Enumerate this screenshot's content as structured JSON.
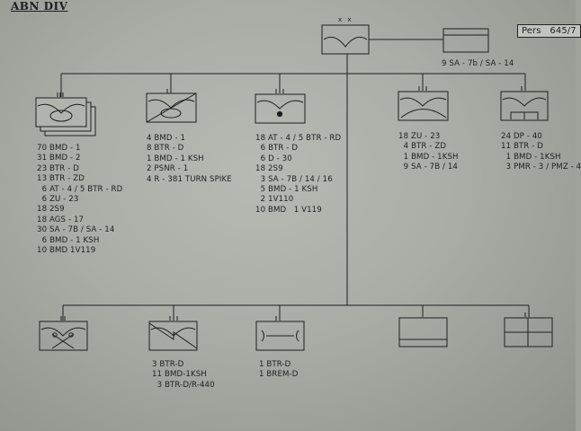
{
  "header": {
    "title": "ABN DIV",
    "pers_label": "Pers",
    "pers_value": "645/7"
  },
  "hq": {
    "rank": "x x",
    "attached_label": "9 SA - 7b / SA - 14"
  },
  "units_top": [
    {
      "id": "infantry",
      "symbol": "airborne-armored-infantry",
      "lines": [
        "70 BMD - 1",
        "31 BMD - 2",
        "23 BTR - D",
        "13 BTR - ZD",
        "  6 AT - 4 / 5 BTR - RD",
        "  6 ZU - 23",
        "18 2S9",
        "18 AGS - 17",
        "30 SA - 7B / SA - 14",
        "  6 BMD - 1 KSH",
        "10 BMD 1V119"
      ]
    },
    {
      "id": "armored-recon",
      "symbol": "airborne-armored-recon",
      "lines": [
        "4 BMD - 1",
        "8 BTR - D",
        "1 BMD - 1 KSH",
        "2 PSNR - 1",
        "4 R - 381 TURN SPIKE"
      ]
    },
    {
      "id": "artillery",
      "symbol": "airborne-artillery",
      "lines": [
        "18 AT - 4 / 5 BTR - RD",
        "  6 BTR - D",
        "  6 D - 30",
        "18 2S9",
        "  3 SA - 7B / 14 / 16",
        "  5 BMD - 1 KSH",
        "  2 1V110",
        "10 BMD   1 V119"
      ]
    },
    {
      "id": "air-defense",
      "symbol": "airborne-air-defense",
      "lines": [
        "18 ZU - 23",
        "  4 BTR - ZD",
        "  1 BMD - 1KSH",
        "  9 SA - 7B / 14"
      ]
    },
    {
      "id": "engineer",
      "symbol": "airborne-engineer",
      "lines": [
        "24 DP - 40",
        "11 BTR - D",
        "  1 BMD - 1KSH",
        "  3 PMR - 3 / PMZ - 4"
      ]
    }
  ],
  "units_bottom": [
    {
      "id": "chemical",
      "symbol": "chemical",
      "lines": []
    },
    {
      "id": "signal",
      "symbol": "signal",
      "lines": [
        "3 BTR-D",
        "11 BMD-1KSH",
        "  3 BTR-D/R-440"
      ]
    },
    {
      "id": "maintenance",
      "symbol": "maintenance",
      "lines": [
        "1 BTR-D",
        "1 BREM-D"
      ]
    },
    {
      "id": "supply",
      "symbol": "supply",
      "lines": []
    },
    {
      "id": "medical",
      "symbol": "medical",
      "lines": []
    }
  ]
}
